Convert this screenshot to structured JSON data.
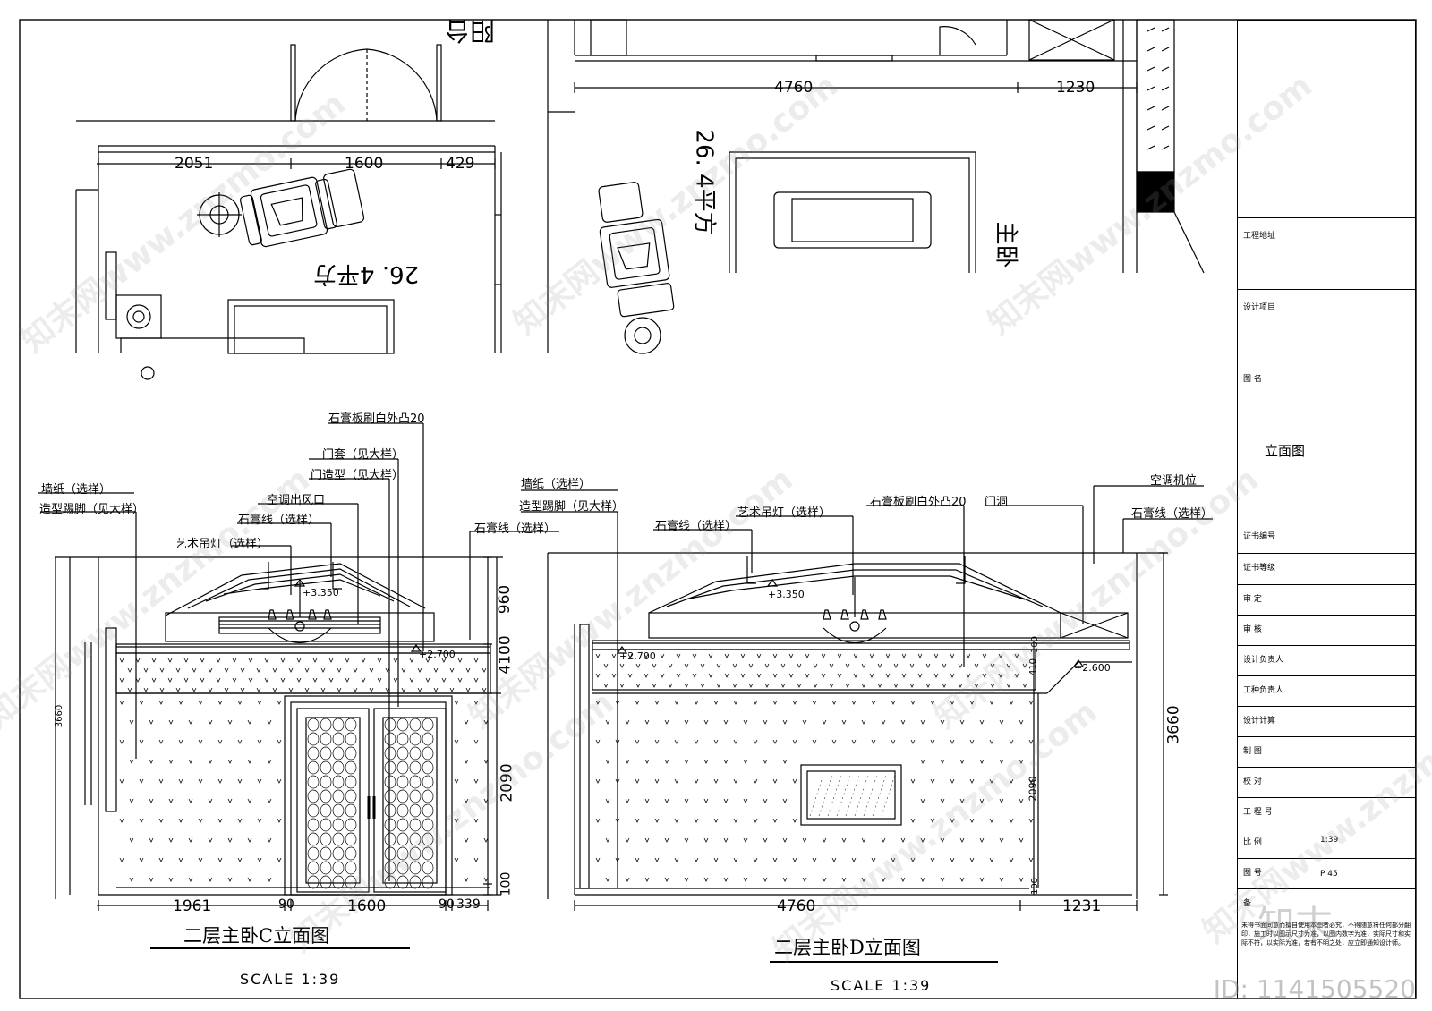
{
  "plans": {
    "left": {
      "balcony": "阳台",
      "area": "26. 4平方",
      "dims": [
        "2051",
        "1600",
        "429"
      ]
    },
    "right": {
      "area": "26. 4平方",
      "room": "主卧",
      "dims": [
        "4760",
        "1230"
      ]
    }
  },
  "elev_c": {
    "labels": [
      "墙纸（选样）",
      "造型踢脚（见大样）",
      "艺术吊灯（选样）",
      "石膏线（选样）",
      "空调出风口",
      "门造型（见大样）",
      "门套（见大样）",
      "石膏板刷白外凸20",
      "石膏线（选样）"
    ],
    "levels": [
      "+3.350",
      "+2.700"
    ],
    "vdims": [
      "960",
      "4100",
      "2090",
      "100"
    ],
    "total_height": "3660",
    "hdims": [
      "1961",
      "90",
      "1600",
      "90",
      "339"
    ],
    "title": "二层主卧C立面图",
    "scale": "SCALE 1:39"
  },
  "elev_d": {
    "labels": [
      "墙纸（选样）",
      "造型踢脚（见大样）",
      "石膏线（选样）",
      "艺术吊灯（选样）",
      "石膏板刷白外凸20",
      "门洞",
      "空调机位",
      "石膏线（选样）"
    ],
    "levels": [
      "+3.350",
      "+2.700",
      "+2.600"
    ],
    "vdims": [
      "410",
      "100",
      "2090",
      "100"
    ],
    "total_height": "3660",
    "hdims": [
      "4760",
      "1231"
    ],
    "title": "二层主卧D立面图",
    "scale": "SCALE 1:39"
  },
  "titleblock": {
    "rows": [
      "工程地址",
      "设计项目",
      "图  名",
      "证书编号",
      "证书等级",
      "审    定",
      "审    核",
      "设计负责人",
      "工种负责人",
      "设计计算",
      "制    图",
      "校    对",
      "工 程 号",
      "比    例",
      "图    号",
      "备"
    ],
    "drawing_name": "立面图",
    "scale_value": "1:39",
    "sheet_value": "P 45",
    "note": "未得书面同意而擅自使用本图者必究，不得随意将任何部分翻印，施工时以图示尺寸为准，以图内数字为准，实际尺寸和实际不符，以实际为准，若有不明之处，应立即通知设计师。"
  },
  "watermark": {
    "text": "知末网www.znzmo.com",
    "logo": "知末",
    "id": "ID: 1141505520"
  }
}
